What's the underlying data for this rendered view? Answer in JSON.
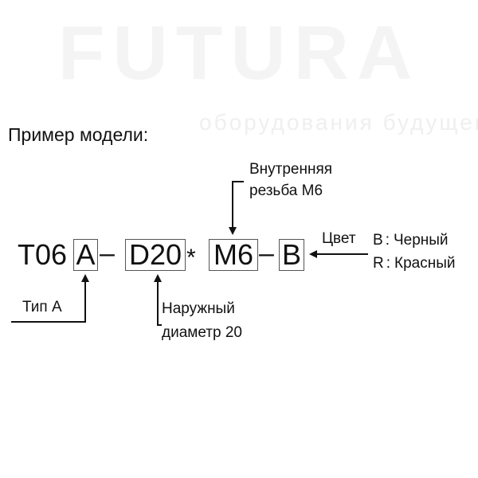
{
  "watermark": {
    "brand": "FUTURA",
    "slogan": "оборудования будущего"
  },
  "title": "Пример модели:",
  "code": {
    "prefix": "T06",
    "seg_a": "A",
    "dash1": "–",
    "seg_d": "D20",
    "star": "*",
    "seg_m": "M6",
    "dash2": "–",
    "seg_b": "B"
  },
  "labels": {
    "type": "Тип А",
    "outer_line1": "Наружный",
    "outer_line2": "диаметр 20",
    "inner_line1": "Внутренняя",
    "inner_line2": "резьба М6",
    "color": "Цвет",
    "opt_b_code": "B",
    "opt_b_sep": ":",
    "opt_b_text": "Черный",
    "opt_r_code": "R",
    "opt_r_sep": ":",
    "opt_r_text": "Красный"
  }
}
